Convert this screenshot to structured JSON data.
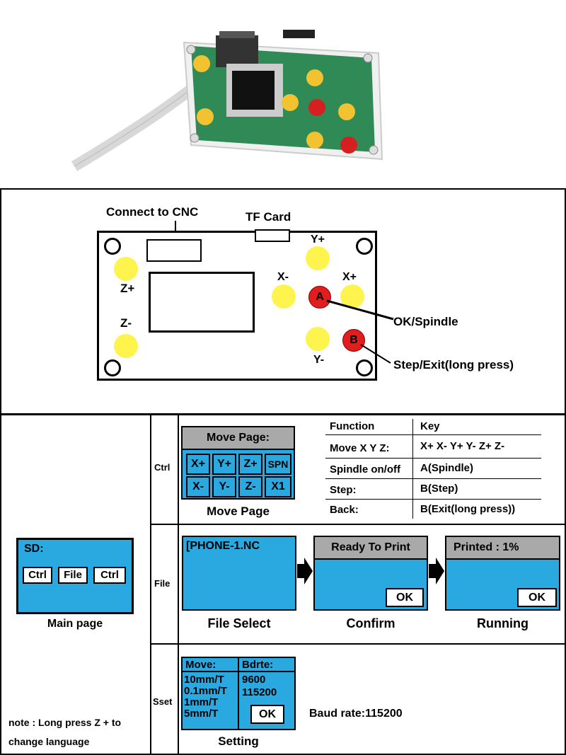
{
  "diagram": {
    "connect_to_cnc": "Connect to CNC",
    "tf_card": "TF Card",
    "keys": {
      "z_plus": "Z+",
      "z_minus": "Z-",
      "x_plus": "X+",
      "x_minus": "X-",
      "y_plus": "Y+",
      "y_minus": "Y-",
      "a": "A",
      "b": "B"
    },
    "ok_spindle": "OK/Spindle",
    "step_exit": "Step/Exit(long press)"
  },
  "main_page": {
    "lcd_title": "SD:",
    "buttons": [
      "Ctrl",
      "File",
      "Ctrl"
    ],
    "caption": "Main page",
    "note_line1": "note : Long press Z + to",
    "note_line2": "change language"
  },
  "rows": {
    "ctrl": "Ctrl",
    "file": "File",
    "sset": "Sset"
  },
  "move_page": {
    "header": "Move Page:",
    "keys_row1": [
      "X+",
      "Y+",
      "Z+",
      "SPN"
    ],
    "keys_row2": [
      "X-",
      "Y-",
      "Z-",
      "X1"
    ],
    "caption": "Move Page"
  },
  "function_table": {
    "headers": [
      "Function",
      "Key"
    ],
    "rows": [
      [
        "Move X Y Z:",
        "X+ X- Y+ Y- Z+ Z-"
      ],
      [
        "Spindle on/off",
        "A(Spindle)"
      ],
      [
        "Step:",
        "B(Step)"
      ],
      [
        "Back:",
        "B(Exit(long press))"
      ]
    ]
  },
  "file_select": {
    "text": "[PHONE-1.NC",
    "caption": "File Select"
  },
  "confirm": {
    "header": "Ready To Print",
    "ok": "OK",
    "caption": "Confirm"
  },
  "running": {
    "header": "Printed : 1%",
    "ok": "OK",
    "caption": "Running"
  },
  "setting": {
    "move_header": "Move:",
    "bdrte_header": "Bdrte:",
    "move_values": [
      "10mm/T",
      "0.1mm/T",
      "1mm/T",
      "5mm/T"
    ],
    "baud_values": [
      "9600",
      "115200"
    ],
    "ok": "OK",
    "caption": "Setting",
    "baud_rate": "Baud rate:115200"
  },
  "colors": {
    "lcd_blue": "#29a9e0",
    "header_gray": "#a9a9a9",
    "key_yellow": "#fff34d",
    "key_red": "#e01e1e"
  }
}
